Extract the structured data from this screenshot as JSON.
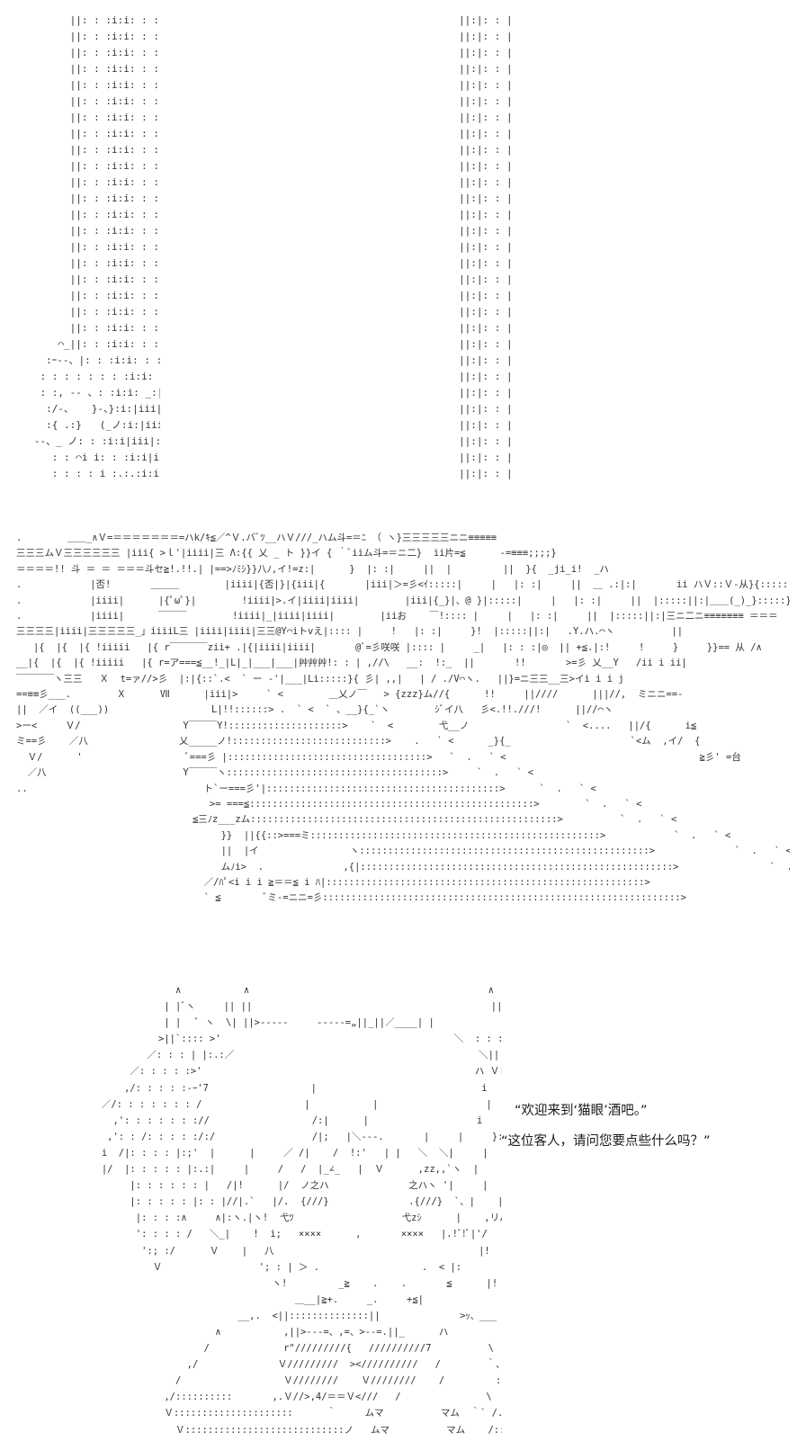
{
  "art": {
    "pillar_left": "         ||: : :i:i: : : |\n         ||: : :i:i: : : |\n         ||: : :i:i: : : |\n         ||: : :i:i: : : |\n         ||: : :i:i: : : |\n         ||: : :i:i: : : |\n         ||: : :i:i: : : |\n         ||: : :i:i: : : |\n         ||: : :i:i: : : |\n         ||: : :i:i: : : |\n         ||: : :i:i: : : |\n         ||: : :i:i: : : |\n         ||: : :i:i: : : |\n         ||: : :i:i: : : |\n         ||: : :i:i: : : |\n         ||: : :i:i: : : |\n         ||: : :i:i: : : |\n         ||: : :i:i: : : |\n         ||: : :i:i: : : |\n         ||: : :i:i: : : |\n       ⌒_||: : :i:i: : : |\n     :ｰ‐-、|: : :i:i: : : |\n    : : : : : : : :i:i: : : |\n    : :, ‐- 、: :i:i: _:|\n     :/‐、   }-、}:i:|iii|:|\n     :{ .:}   (_ノ:i:|iii|:|\n   ‐-、_ ノ: : :i:i|iii|:|\n      : : ⌒i i: : :i:i|iii|:|\n      : : : : i :.:.:i:i: : : |",
    "pillar_right": "||:|: : |\n||:|: : |\n||:|: : |\n||:|: : |\n||:|: : |\n||:|: : |\n||:|: : |\n||:|: : |\n||:|: : |\n||:|: : |\n||:|: : |\n||:|: : |\n||:|: : |\n||:|: : |\n||:|: : |\n||:|: : |\n||:|: : |\n||:|: : |\n||:|: : |\n||:|: : |\n||:|: : |\n||:|: : |\n||:|: : |\n||:|: : |\n||:|: : |\n||:|: : |\n||:|: : |\n||:|: : |\n||:|: : |",
    "bar_scene": ".        ＿＿_∧Ｖ=＝＝＝＝＝＝＝=ハk/ｷ≦／^Ｖ.バﾞﾂ__ハＶ///_ハム斗=＝ﾆ （ ヽ}三三三三三ニニ≡≡≡≡≡\n三三三ムＶ三三三三三三 |iii{ >ｌ'|iiii|三 Λ:{{ 乂 _ ト }}イ { ｀ﾞiiム斗=＝ニ二}  ii片=≦      -=≡≡≡;;;;}\n＝＝＝＝!! 斗 ＝ ＝ ＝＝＝斗セ≧!.!!.| |==>ﾉﾐｼ}}八ﾉ,イ!=z:|      }  |: :|     ||  |         ||  }{  _ji_i!  _ハ\n.            |否!       ＿＿＿        |iiii|{否|}|{iii|{       |iii|＞=彡<ｲ:::::|     |   |: :|     ||  ＿ .:|:|       ii ハＶ::Ｖ-从}{:::::|\n.            |iiii|      |{ﾟωﾟ}|        !iiii|>.イ|iiii|iiii|        |iii|{_}|、@ }|:::::|     |   |: :|     ||  |:::::||:|＿＿(_)_}:::::}  |::::|(_)_j\n.            |iiii|      ￣￣￣        !iiii|_|iiii|iiii|        |iiお    ￣!:::: |     |   |: :|     ||  |:::::||:|三ニ二ニ≡≡≡≡≡≡≡ ＝＝＝\n三三三三|iiii|三三三三三_」iiiiL三 |iiii|iiii|三三@Y⌒iトvえ|:::: |     !   |: :|     }!  |:::::||:|   .Y.ハ.⌒ヽ          ||\n   |{  |{  |{ !iiiii   |{ r￣￣￣￣zii+ .|{|iiii|iiii|       @ﾞ=彡咲咲 |:::: |     _|   |: : :|◎  || +≦.|:!     !     }     }}== 从 /∧\n__|{  |{  |{ !iiiii   |{ r=ア===≦__!_|L|_|___|___|艸艸艸!: : | ,//\\   __:  !:_  ||       !!       >=彡 乂__Y   /ii i ii|\n￣￣￣￣ヽ三三   Ｘ  t=ァ//>彡  |:|{::`.<  ` ー -'|___|Li:::::}{ 彡| ,,|   | / ./V⌒ヽ.   ||}=ニ三三__三>イi i i j\n==≡≡彡___.        Ｘ      Ⅶ      |iii|>     ` <        ＿乂ノ￣   > {zzz}ム//{      !!     ||////      |||//,  ミニニ==-\n||  ／イ  ((___))                  L|!!::::::> .  ` <  ` 、__}{_`ヽ        ｼﾞイ八   彡<.!!.///!      ||//⌒ヽ\n>ー<     Ｖ/                  Y￣￣￣Y!::::::::::::::::::::>    `  <        弋__ノ                 `  <....   ||/{      i≦\nミ==彡    ／八                乂_____ノ!:::::::::::::::::::::::::::>    .   ` <      _}{_                     `<ム  ,イ/  {\n  Ｖ/      '                  ﾞ===彡 |:::::::::::::::::::::::::::::::::::>   `  .   ` <                                  ≧彡' =台\n  ／八                        Y￣￣￣ヽ::::::::::::::::::::::::::::::::::::::>     `  .   ` <\n..                               ト`ー===彡'|:::::::::::::::::::::::::::::::::::::::::>      `  .   ` <\n                                  >= ===≦::::::::::::::::::::::::::::::::::::::::::::::::::>        `  .   ` <\n                               ≦三ﾉz___zム::::::::::::::::::::::::::::::::::::::::::::::::::::::>          `  .   ` <\n                                    }}  ||{{::>===ミ:::::::::::::::::::::::::::::::::::::::::::::::::::>            `  .   ` <\n                                    ||  |イ                ヽ:::::::::::::::::::::::::::::::::::::::::::::::::::>              `  .   ` <\n                                    ムﾉi>  .              ,{|:::::::::::::::::::::::::::::::::::::::::::::::::::::::>                `  .   ` <\n                                 ／/ﾊﾟ<i i i ≧＝＝≦ i ﾊ|::::::::::::::::::::::::::::::::::::::::::::::::::::::::>\n                                 ` ≦        ﾞミ-=ニニ=彡:::::::::::::::::::::::::::::::::::::::::::::::::::::::::::::::>",
    "character": "                            ∧           ∧                                          ∧          >i\n                          | |ﾞヽ     || ||                                          || ||      ／ | |\n                          | |   ﾞ ヽ  \\| ||>-‐‐‐-     -‐‐‐-=„||_||／____| |\n                         >||`:::: >'                                         ＼  : : : |/ ヽ\n                       ／: : : | |:.:／                                           ＼|| : : : ＼\n                    ／: : : : :>'                                                ハ Ｖ: : : : : :   ＼\n                   ,/: : : : :‐ｰ'7                  |                             i   , : : : : : : ﾞヽ、\n               ／/: : : : : : : /                  |           |                   |     ':: : : : : : :  ＼\n                 ,': : : : : : ://                  /:|      |                   i     |    i: : : : : : : :,\n                ,': : /: : : : :/:/                 /|;   |＼--‐.       |     |     }: : : : : : : :'\n               i  /|: : : : |:;'  |      |     ／ /|    /  !:'   | |   ＼  ＼|     |    |: : : : |: : : | i\n               |/  |: : : : : |:.:|     |     /   /  |_∠_   |  Ｖ      ,zz,,`ヽ  |    |     |: : : : |: : : :|:}\n                    |: : : : : : |   /|!      |/  ノ之ハ              之ハヽ '|     |   :/: : : : |: : : :|:}\n                    |: : : : : |: : |//|.`   |/.  {///}              .{///}  `、|    |Y: : : : |: : : : | :|\n                     |: : : :∧     ∧|:ヽ.|ヽ!  弋ﾂ                   弋zｼ      |    ,リハ: : ||ﾉ: : :||!\n                     ': : : : /   ＼_|    !  i;   ××××      ,       ××××   |.!ﾞ!ﾞ|'/   | :||∧:: : |\n                      ':; :/      Ｖ    |   八                                    |!      |/      } /\n                        Ｖ                 '; : | ＞ .                  .  < |:         |/\n                                             ヽ!         _≧    .    .       ≦      |!\n                                                 ＿__|≧+.     _.     +≦|\n                                       __,.  <||::::::::::::::||              >ｯ、___\n                                   ∧           ,||>‐‐-=、,=、>‐‐=.||_      ハ\n                                 /             r\"/////////{   //////////7          \\\n                              ,/              Ｖ/////////  ><//////////   /        ｀、\n                            /                  Ｖ////////    Ｖ////////    /         :.\n                          ,/::::::::::       ,.Ｖ//>,4/＝＝Ｖ<///   /               \\\n                          Ｖ:::::::::::::::::::::      ｀     ムマ          マム  ｀` /.......:::::::::::::::/\n                            Ｖ::::::::::::::::::::::::::::ノ   ムマ          マム    /:::::::::::::::::::::::::/"
  },
  "dialogue": {
    "line1": "“欢迎来到‘猫眼’酒吧。”",
    "line2": "“这位客人，请问您要点些什么吗？”"
  }
}
